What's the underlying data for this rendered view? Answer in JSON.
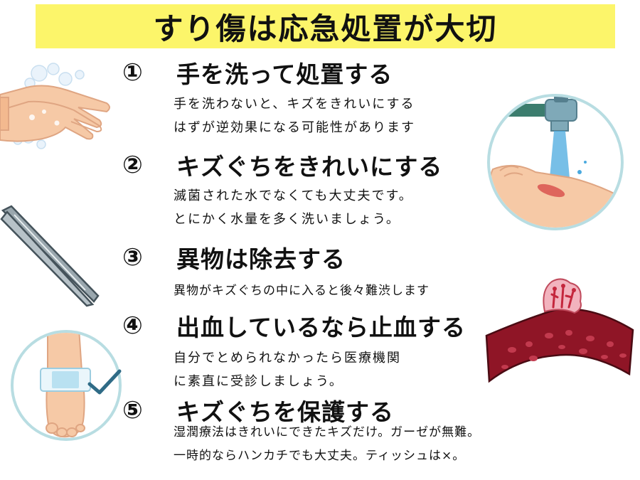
{
  "title": "すり傷は応急処置が大切",
  "steps": [
    {
      "number": "①",
      "title": "手を洗って処置する",
      "lines": [
        "手を洗わないと、キズをきれいにする",
        "はずが逆効果になる可能性があります"
      ]
    },
    {
      "number": "②",
      "title": "キズぐちをきれいにする",
      "lines": [
        "滅菌された水でなくても大丈夫です。",
        "とにかく水量を多く洗いましょう。"
      ]
    },
    {
      "number": "③",
      "title": "異物は除去する",
      "lines": [
        "異物がキズぐちの中に入ると後々難渋します"
      ]
    },
    {
      "number": "④",
      "title": "出血しているなら止血する",
      "lines": [
        "自分でとめられなかったら医療機関",
        "に素直に受診しましょう。"
      ]
    },
    {
      "number": "⑤",
      "title": "キズぐちを保護する",
      "lines": [
        "湿潤療法はきれいにできたキズだけ。ガーゼが無難。",
        "一時的ならハンカチでも大丈夫。ティッシュは×。"
      ]
    }
  ],
  "illustrations": {
    "hands": "hand-washing-icon",
    "faucet": "faucet-wound-rinse-icon",
    "tweezers": "tweezers-icon",
    "skin": "bleeding-skin-cross-section-icon",
    "bandage": "bandaged-foot-icon",
    "check": "check-mark-icon"
  },
  "colors": {
    "title_bg": "#fcf56a",
    "circle_border": "#b8dde2",
    "check": "#2f6b86",
    "water": "#4aa9df",
    "blood": "#a3172b"
  }
}
